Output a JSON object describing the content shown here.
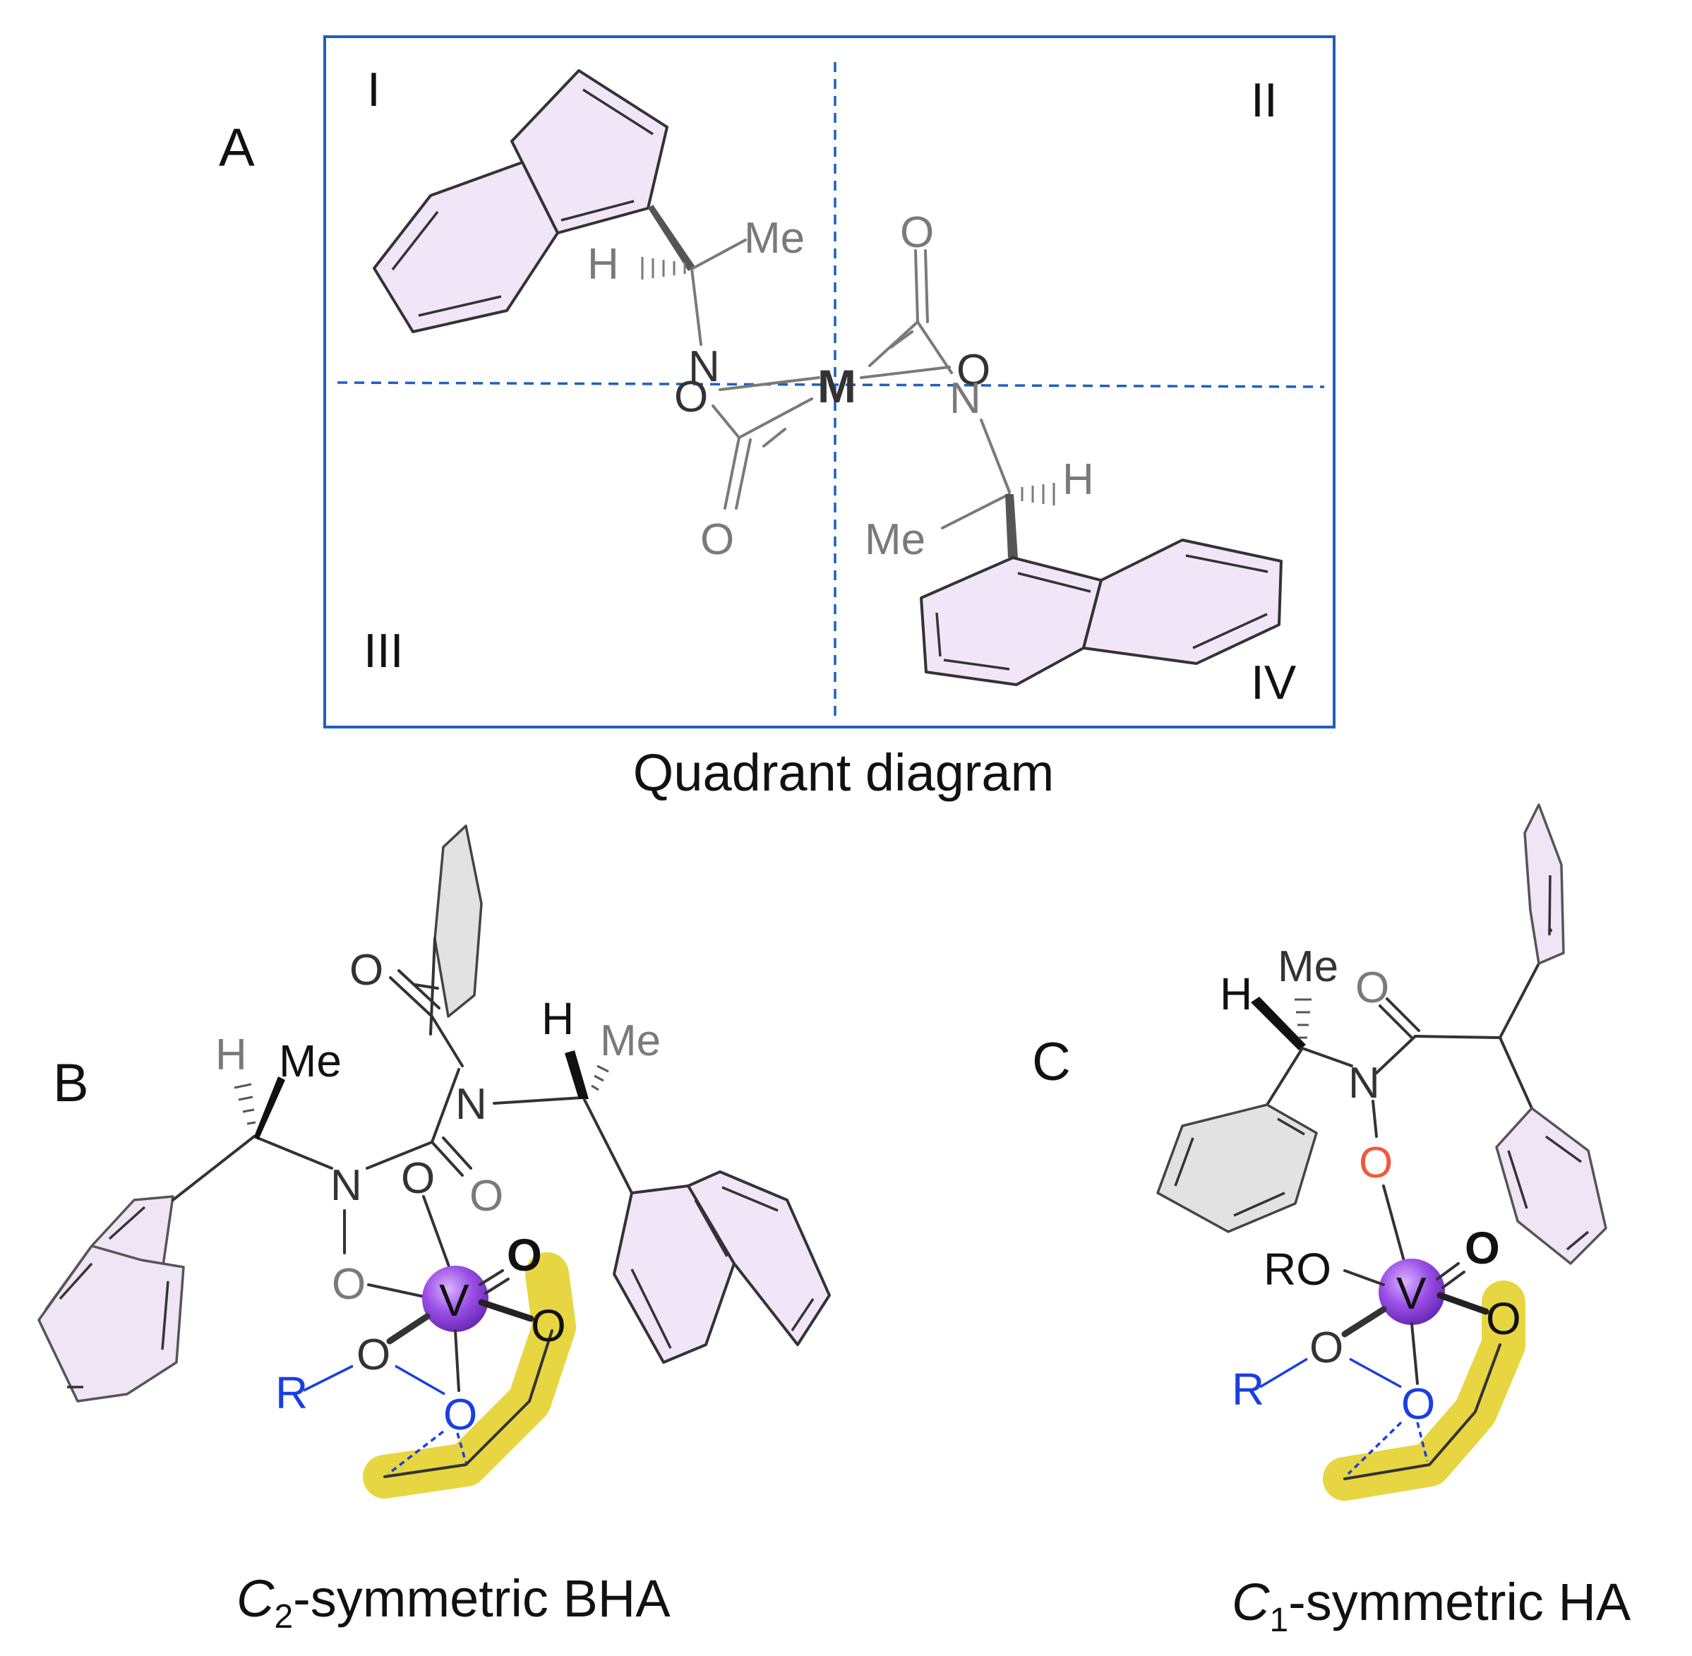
{
  "panel_a": {
    "letter": "A",
    "quadrants": [
      "I",
      "II",
      "III",
      "IV"
    ],
    "center_metal": "M",
    "atoms": {
      "H1": "H",
      "Me1": "Me",
      "N1": "N",
      "O1": "O",
      "O2": "O",
      "O3": "O",
      "O4": "O",
      "N2": "N",
      "H2": "H",
      "Me2": "Me"
    },
    "caption": "Quadrant diagram",
    "colors": {
      "frame": "#1f5fbf",
      "ring_fill": "#f1e6f7"
    }
  },
  "panel_b": {
    "letter": "B",
    "atoms": {
      "H1": "H",
      "Me1": "Me",
      "N1": "N",
      "O1": "O",
      "O2": "O",
      "N2": "N",
      "H2": "H",
      "Me2": "Me",
      "O3": "O",
      "O4": "O",
      "V": "V",
      "O5": "O",
      "O6": "O",
      "R": "R",
      "O7": "O",
      "O8": "O"
    },
    "caption_italic": "C",
    "caption_sub": "2",
    "caption_rest": "-symmetric BHA"
  },
  "panel_c": {
    "letter": "C",
    "atoms": {
      "H": "H",
      "Me": "Me",
      "O1": "O",
      "N": "N",
      "O2": "O",
      "RO": "RO",
      "V": "V",
      "O3": "O",
      "O4": "O",
      "R": "R",
      "O5": "O",
      "O6": "O"
    },
    "caption_italic": "C",
    "caption_sub": "1",
    "caption_rest": "-symmetric HA"
  },
  "colors": {
    "vanadium": "#8a3fd6",
    "highlight": "#e6d437",
    "blue": "#1a3fe0",
    "red": "#f05a3a"
  }
}
